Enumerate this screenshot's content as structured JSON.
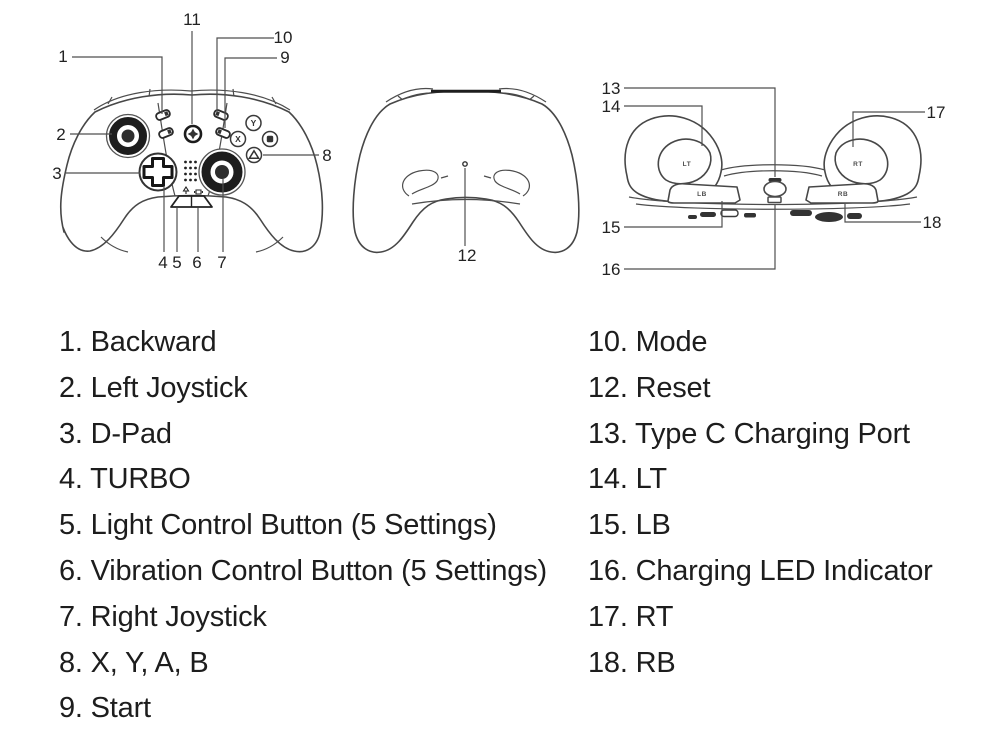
{
  "diagram": {
    "callouts": {
      "c1": "1",
      "c2": "2",
      "c3": "3",
      "c4": "4",
      "c5": "5",
      "c6": "6",
      "c7": "7",
      "c8": "8",
      "c9": "9",
      "c10": "10",
      "c11": "11",
      "c12": "12",
      "c13": "13",
      "c14": "14",
      "c15": "15",
      "c16": "16",
      "c17": "17",
      "c18": "18"
    },
    "shoulder_labels": {
      "lt": "LT",
      "lb": "LB",
      "rt": "RT",
      "rb": "RB"
    },
    "face_button_letters": {
      "top": "Y",
      "left": "X"
    }
  },
  "legend": {
    "left": [
      "1. Backward",
      "2. Left Joystick",
      "3. D-Pad",
      "4. TURBO",
      "5. Light Control Button (5 Settings)",
      "6. Vibration Control Button (5 Settings)",
      "7. Right Joystick",
      "8. X, Y, A, B",
      "9. Start"
    ],
    "right": [
      "10. Mode",
      "12. Reset",
      "13. Type C Charging Port",
      "14. LT",
      "15. LB",
      "16. Charging LED Indicator",
      "17. RT",
      "18. RB"
    ]
  },
  "colors": {
    "line": "#474747",
    "text": "#1d1d1d"
  }
}
